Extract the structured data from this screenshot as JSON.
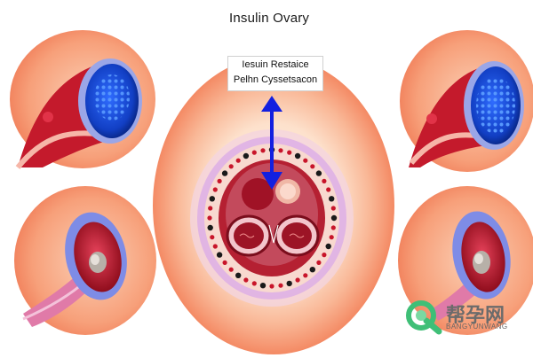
{
  "title": "Insulin Ovary",
  "label": {
    "line1": "Iesuin Restaice",
    "line2": "Pelhn Cyssetsacon"
  },
  "watermark": {
    "chinese": "帮孕网",
    "latin": "BANGYUNWANG"
  },
  "colors": {
    "outer_orange": "#f27a55",
    "peach": "#f7b08e",
    "blood_red": "#c8152a",
    "follicle_blue": "#1e4fd8",
    "arrow_blue": "#1320e0",
    "membrane_lilac": "#d9a6e8"
  }
}
